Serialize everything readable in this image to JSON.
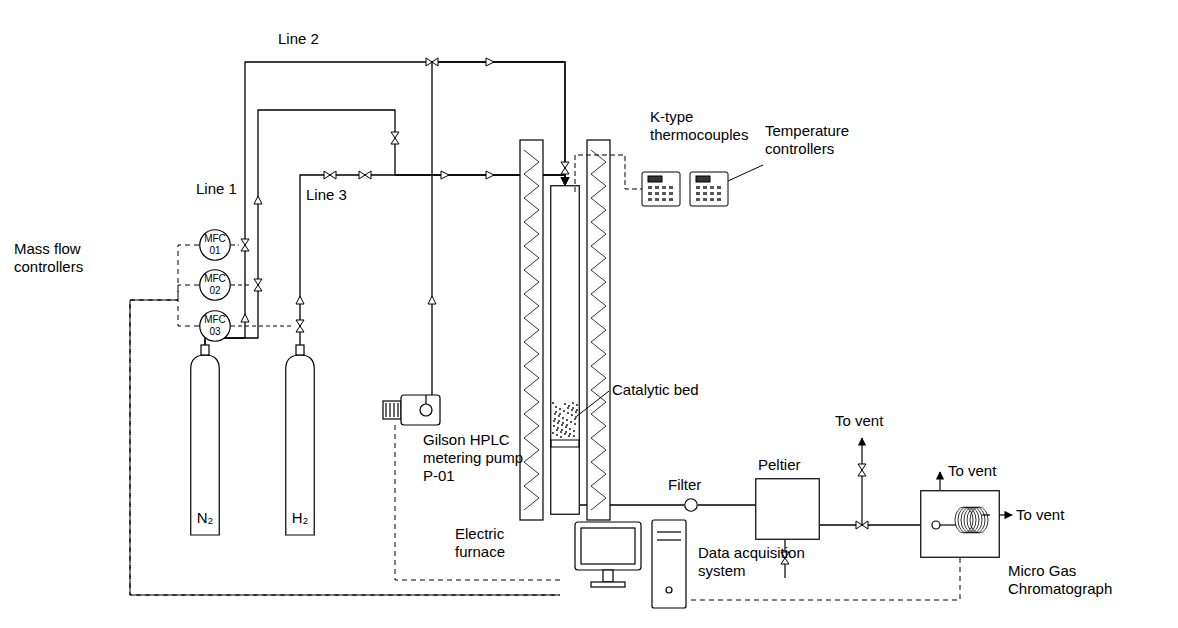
{
  "diagram": {
    "nodes": [
      {
        "text": [
          "MFC 01"
        ]
      },
      {
        "text": [
          "MFC 02"
        ]
      },
      {
        "text": [
          "MFC 03"
        ]
      },
      {
        "text": [
          "N₂"
        ]
      },
      {
        "text": [
          "H₂"
        ]
      },
      {
        "text": [
          "Electric furnace"
        ]
      },
      {
        "text": [
          "Gilson HPLC metering pump P-01"
        ]
      },
      {
        "text": [
          "Filter"
        ]
      },
      {
        "text": [
          "Peltier"
        ]
      },
      {
        "text": [
          "Micro Gas Chromatograph"
        ]
      },
      {
        "text": [
          "Data acquisition system"
        ]
      }
    ],
    "edges": [
      {
        "from": 3,
        "to": 5,
        "arrow": "to"
      },
      {
        "from": 3,
        "to": 5,
        "arrow": "to"
      },
      {
        "from": 4,
        "to": 5,
        "arrow": "to"
      },
      {
        "from": 6,
        "to": 5,
        "arrow": "to"
      },
      {
        "from": 5,
        "to": 7,
        "arrow": "none"
      },
      {
        "from": 7,
        "to": 8,
        "arrow": "none"
      },
      {
        "from": 8,
        "to": 9,
        "arrow": "none"
      },
      {
        "from": 0,
        "to": 10,
        "arrow": "none"
      },
      {
        "from": 1,
        "to": 10,
        "arrow": "none"
      },
      {
        "from": 2,
        "to": 10,
        "arrow": "none"
      },
      {
        "from": 6,
        "to": 10,
        "arrow": "none"
      },
      {
        "from": 9,
        "to": 10,
        "arrow": "none"
      }
    ],
    "labels": [
      "Line 2",
      "Line 1",
      "Line 3",
      "Mass flow controllers",
      "K-type thermocouples",
      "Temperature controllers",
      "Catalytic bed",
      "To vent",
      "To vent",
      "To vent"
    ]
  }
}
